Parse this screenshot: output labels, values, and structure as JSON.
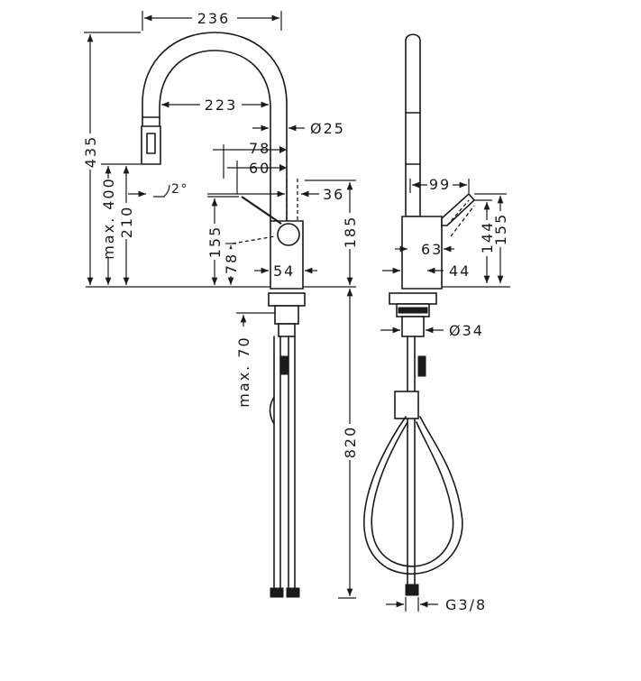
{
  "dimensions": {
    "width_total": "236",
    "width_spout": "223",
    "diameter_spout": "Ø25",
    "lever_78": "78",
    "lever_60": "60",
    "lever_36": "36",
    "angle": "2°",
    "height_435": "435",
    "height_max400": "max. 400",
    "height_210": "210",
    "height_155_left": "155",
    "height_78_low": "78",
    "base_54": "54",
    "height_185": "185",
    "hose_max70": "max. 70",
    "hose_820": "820",
    "side_99": "99",
    "side_144": "144",
    "side_155": "155",
    "side_63": "63",
    "side_44": "44",
    "diameter_34": "Ø34",
    "thread": "G3/8"
  }
}
